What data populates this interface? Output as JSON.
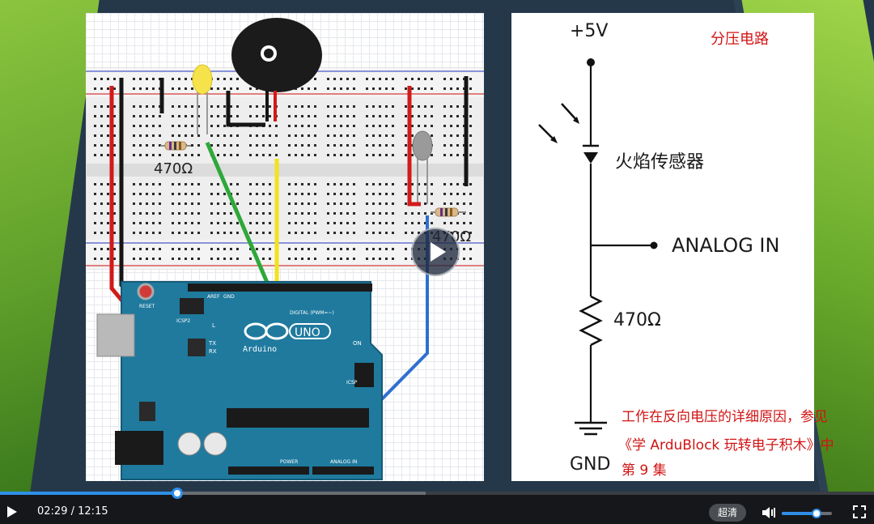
{
  "schematic": {
    "supply": "+5V",
    "title": "分压电路",
    "sensor": "火焰传感器",
    "analog": "ANALOG IN",
    "resistor": "470Ω",
    "ground": "GND",
    "note_line1": "工作在反向电压的详细原因，参见",
    "note_line2": "《学 ArduBlock 玩转电子积木》中",
    "note_line3": "第 9 集"
  },
  "breadboard": {
    "resistor_label_1": "470Ω",
    "resistor_label_2": "470Ω",
    "board_brand": "Arduino",
    "board_model": "UNO",
    "label_icsp2": "ICSP2",
    "label_icsp": "ICSP",
    "label_reset": "RESET",
    "label_digital": "DIGITAL (PWM=~)",
    "label_power": "POWER",
    "label_analog": "ANALOG IN",
    "label_on": "ON",
    "label_tx": "TX",
    "label_rx": "RX",
    "label_l": "L",
    "label_aref": "AREF",
    "label_gnd": "GND"
  },
  "player": {
    "current_time": "02:29",
    "separator": "/",
    "total_time": "12:15",
    "quality": "超清",
    "progress_fraction": 0.203,
    "buffered_fraction": 0.487,
    "volume_fraction": 0.7
  },
  "colors": {
    "accent": "#2f8fe8",
    "note_red": "#d21414",
    "wire_red": "#d11a1a",
    "wire_black": "#151515",
    "wire_green": "#2ea83a",
    "wire_yellow": "#f2e21b",
    "wire_blue": "#2f6fd0",
    "board_blue": "#1f7a9e"
  }
}
